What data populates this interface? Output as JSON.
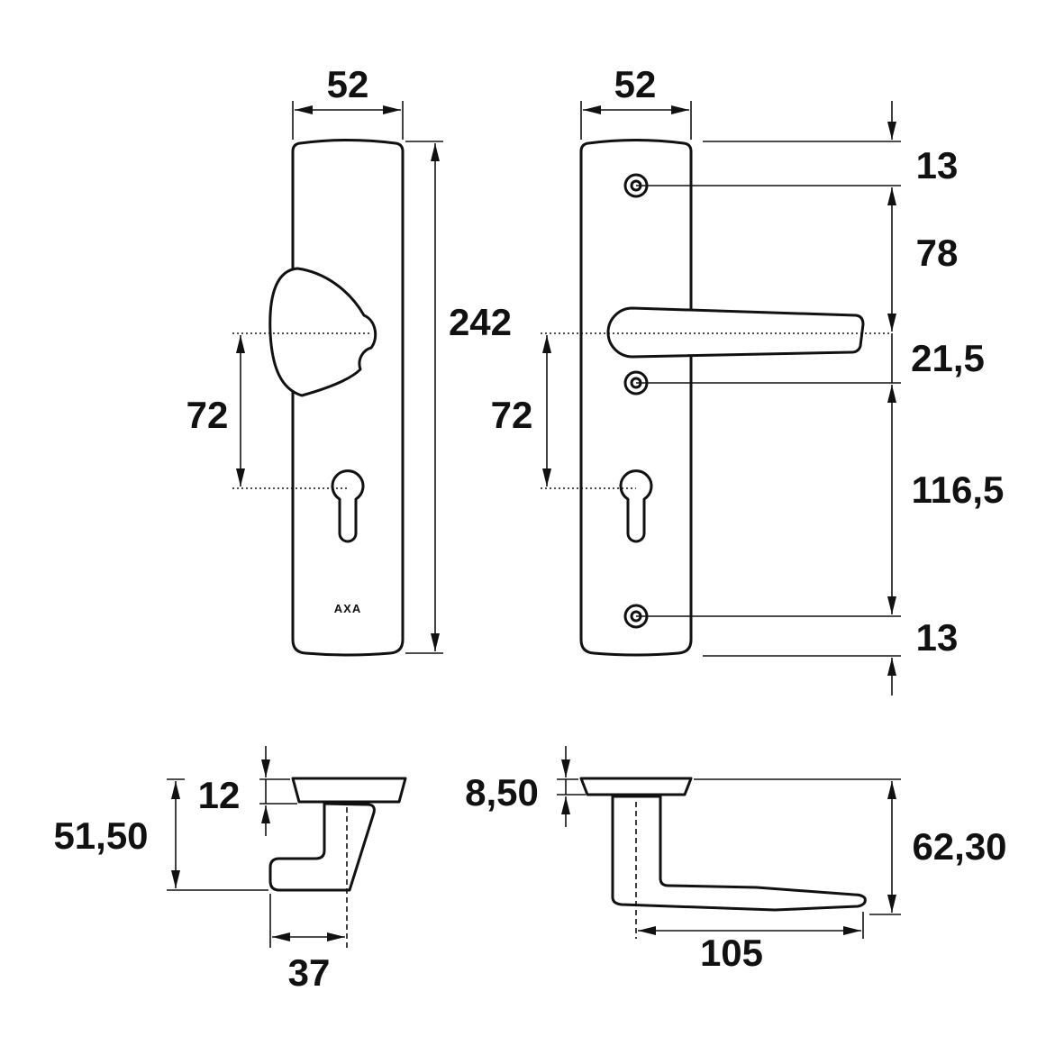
{
  "brand": "AXA",
  "front_view_knob": {
    "width": "52",
    "height": "242",
    "center_distance": "72"
  },
  "front_view_lever": {
    "width": "52",
    "center_distance": "72",
    "chain": [
      "13",
      "78",
      "21,5",
      "116,5",
      "13"
    ]
  },
  "side_view_knob": {
    "plate_thickness": "12",
    "projection": "51,50",
    "offset": "37"
  },
  "side_view_lever": {
    "plate_thickness": "8,50",
    "projection": "62,30",
    "length": "105"
  }
}
